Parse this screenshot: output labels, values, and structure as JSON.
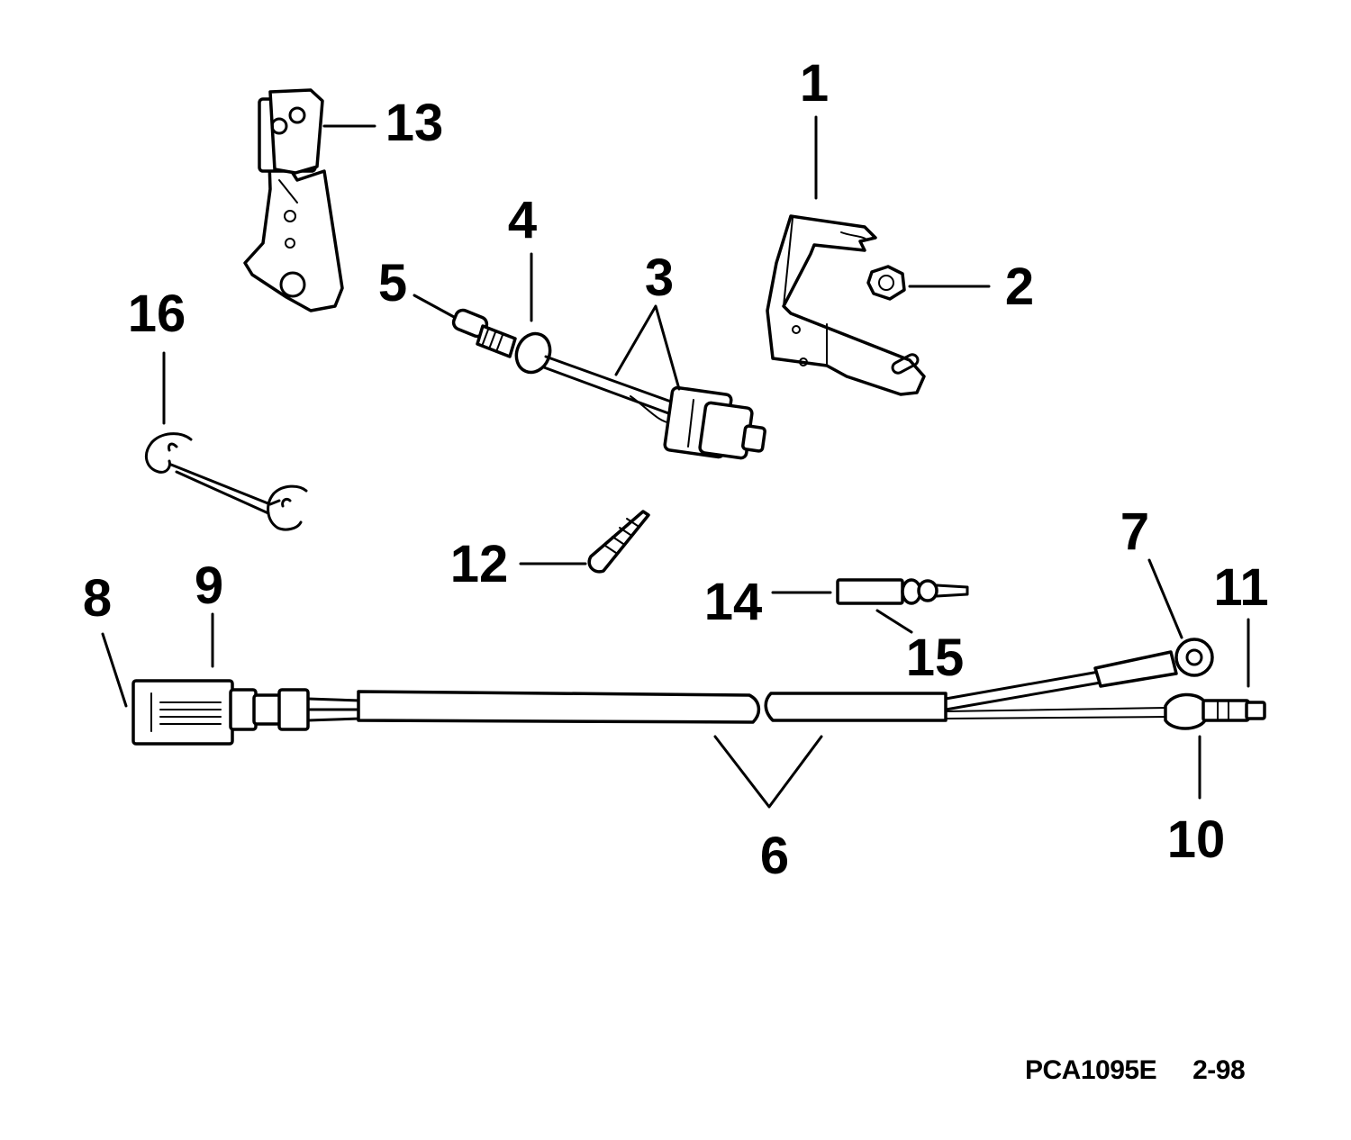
{
  "callouts": {
    "c1": "1",
    "c2": "2",
    "c3": "3",
    "c4": "4",
    "c5": "5",
    "c6": "6",
    "c7": "7",
    "c8": "8",
    "c9": "9",
    "c10": "10",
    "c11": "11",
    "c12": "12",
    "c13": "13",
    "c14": "14",
    "c15": "15",
    "c16": "16"
  },
  "footer": {
    "drawing_code": "PCA1095E",
    "date_code": "2-98"
  }
}
